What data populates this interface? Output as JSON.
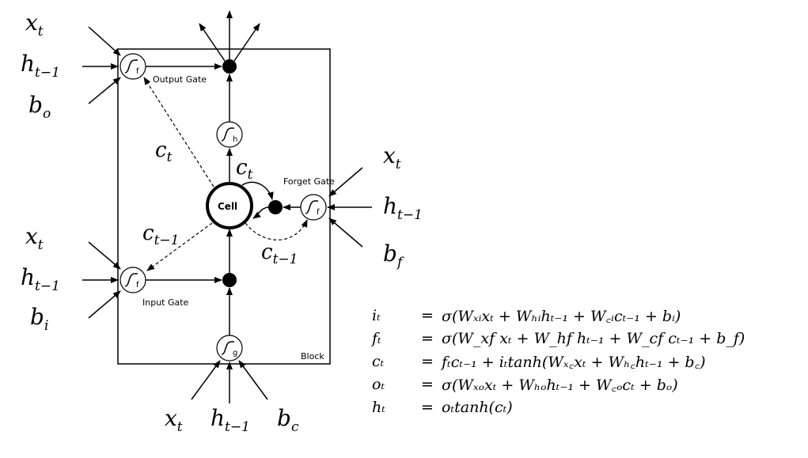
{
  "block_label": "Block",
  "cell_label": "Cell",
  "gates": {
    "output_label": "Output Gate",
    "forget_label": "Forget Gate",
    "input_label": "Input Gate"
  },
  "gate_symbols": {
    "f": "f",
    "h": "h",
    "g": "g"
  },
  "math": {
    "x": "x",
    "h": "h",
    "b": "b",
    "c": "c",
    "sub_t": "t",
    "sub_t1": "t−1",
    "sub_o": "o",
    "sub_i": "i",
    "sub_f": "f",
    "sub_c": "c"
  },
  "equations": [
    {
      "lhs": "iₜ",
      "op": "=",
      "rhs": "σ(Wₓᵢxₜ + Wₕᵢhₜ₋₁ + W꜀ᵢcₜ₋₁ + bᵢ)"
    },
    {
      "lhs": "fₜ",
      "op": "=",
      "rhs": "σ(W_xf xₜ + W_hf hₜ₋₁ + W_cf cₜ₋₁ + b_f)"
    },
    {
      "lhs": "cₜ",
      "op": "=",
      "rhs": "fₜcₜ₋₁ + iₜtanh(Wₓ꜀xₜ + Wₕ꜀hₜ₋₁ + b꜀)"
    },
    {
      "lhs": "oₜ",
      "op": "=",
      "rhs": "σ(Wₓₒxₜ + Wₕₒhₜ₋₁ + W꜀ₒcₜ + bₒ)"
    },
    {
      "lhs": "hₜ",
      "op": "=",
      "rhs": "oₜtanh(cₜ)"
    }
  ]
}
